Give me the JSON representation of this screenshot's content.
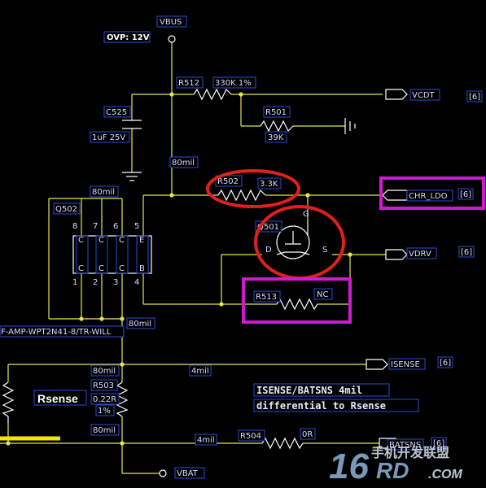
{
  "labels": {
    "vbus": "VBUS",
    "ovp": "OVP: 12V",
    "r512": "R512",
    "r512_val": "330K 1%",
    "vcdt": "VCDT",
    "vcdt_ref": "[6]",
    "c525": "C525",
    "c525_val": "1uF 25V",
    "r501": "R501",
    "r501_val": "39K",
    "mil80_a": "80mil",
    "r502": "R502",
    "r502_val": "3.3K",
    "chr_ldo": "CHR_LDO",
    "chr_ldo_ref": "[6]",
    "q502": "Q502",
    "mil80_b": "80mil",
    "q501": "Q501",
    "q501_g": "G",
    "q501_d": "D",
    "q501_s": "S",
    "vdrv": "VDRV",
    "vdrv_ref": "[6]",
    "r513": "R513",
    "r513_val": "NC",
    "part_num": "F-AMP-WPT2N41-8/TR-WILL",
    "mil80_c": "80mil",
    "mil80_d": "80mil",
    "mil4_a": "4mil",
    "isense": "ISENSE",
    "isense_ref": "[6]",
    "r503": "R503",
    "r503_val": "0.22R",
    "r503_tol": "1%",
    "rsense": "Rsense",
    "note_line1": "ISENSE/BATSNS 4mil",
    "note_line2": "differential to Rsense",
    "mil80_e": "80mil",
    "mil4_b": "4mil",
    "r504": "R504",
    "r504_val": "0R",
    "batsns": "BATSNS",
    "batsns_ref": "[6]",
    "vbat": "VBAT",
    "pin_8": "8",
    "pin_7": "7",
    "pin_6": "6",
    "pin_5": "5",
    "pin_1": "1",
    "pin_2": "2",
    "pin_3": "3",
    "pin_4": "4",
    "pin_c": "C",
    "pin_e": "E",
    "pin_b": "B"
  },
  "watermark": {
    "number": "16",
    "cn": "手机开发联盟",
    "rd": "RD",
    "com": ".COM"
  },
  "colors": {
    "wire": "#e6e64d",
    "highlight_red": "#e0201c",
    "highlight_magenta": "#d01ad0",
    "label_box": "#2c4bd6"
  }
}
